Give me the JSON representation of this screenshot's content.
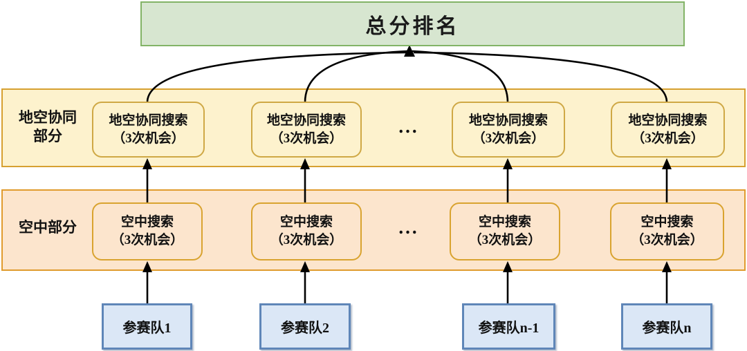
{
  "colors": {
    "green-fill": "#d7e6d0",
    "green-stroke": "#82b366",
    "yellow-fill": "#fdf2cd",
    "yellow-stroke": "#d6a030",
    "yellow-node-stroke": "#cfa845",
    "orange-fill": "#fce5cd",
    "orange-stroke": "#e09b2d",
    "orange-node-stroke": "#d9a32f",
    "blue-fill": "#dbe7f6",
    "blue-stroke": "#5f86b8",
    "connector": "#000000"
  },
  "top_box": {
    "label": "总分排名"
  },
  "tiers": [
    {
      "label_line1": "地空协同",
      "label_line2": "部分",
      "ellipsis": "...",
      "boxes": [
        {
          "line1": "地空协同搜索",
          "line2": "（3次机会）"
        },
        {
          "line1": "地空协同搜索",
          "line2": "（3次机会）"
        },
        {
          "line1": "地空协同搜索",
          "line2": "（3次机会）"
        },
        {
          "line1": "地空协同搜索",
          "line2": "（3次机会）"
        }
      ]
    },
    {
      "label_line1": "空中部分",
      "label_line2": "",
      "ellipsis": "...",
      "boxes": [
        {
          "line1": "空中搜索",
          "line2": "（3次机会）"
        },
        {
          "line1": "空中搜索",
          "line2": "（3次机会）"
        },
        {
          "line1": "空中搜索",
          "line2": "（3次机会）"
        },
        {
          "line1": "空中搜索",
          "line2": "（3次机会）"
        }
      ]
    }
  ],
  "teams": [
    "参赛队1",
    "参赛队2",
    "参赛队n-1",
    "参赛队n"
  ]
}
